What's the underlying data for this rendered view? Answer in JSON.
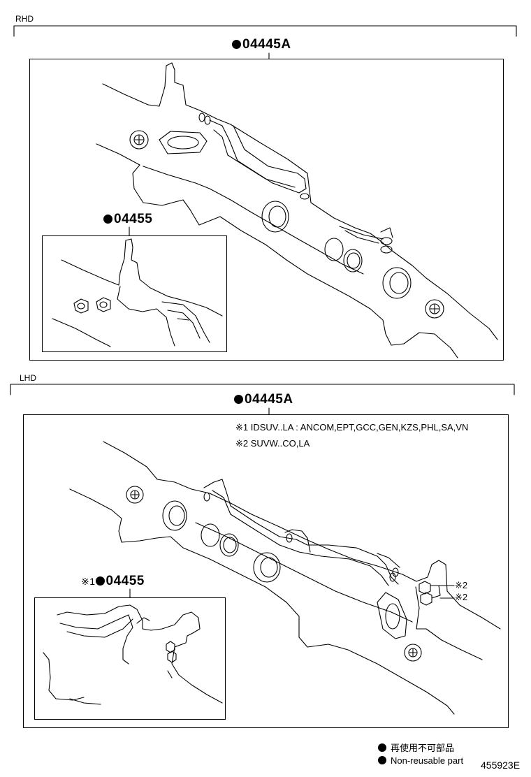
{
  "rhd": {
    "label": "RHD",
    "main_kit": "04445A",
    "sub_kit": "04455"
  },
  "lhd": {
    "label": "LHD",
    "main_kit": "04445A",
    "sub_kit_prefix": "※1",
    "sub_kit": "04455",
    "note1": "※1 IDSUV..LA : ANCOM,EPT,GCC,GEN,KZS,PHL,SA,VN",
    "note2": "※2 SUVW..CO,LA",
    "callout1": "※2",
    "callout2": "※2"
  },
  "legend": {
    "line1": "再使用不可部品",
    "line2": "Non-reusable part"
  },
  "diagram_id": "455923E"
}
